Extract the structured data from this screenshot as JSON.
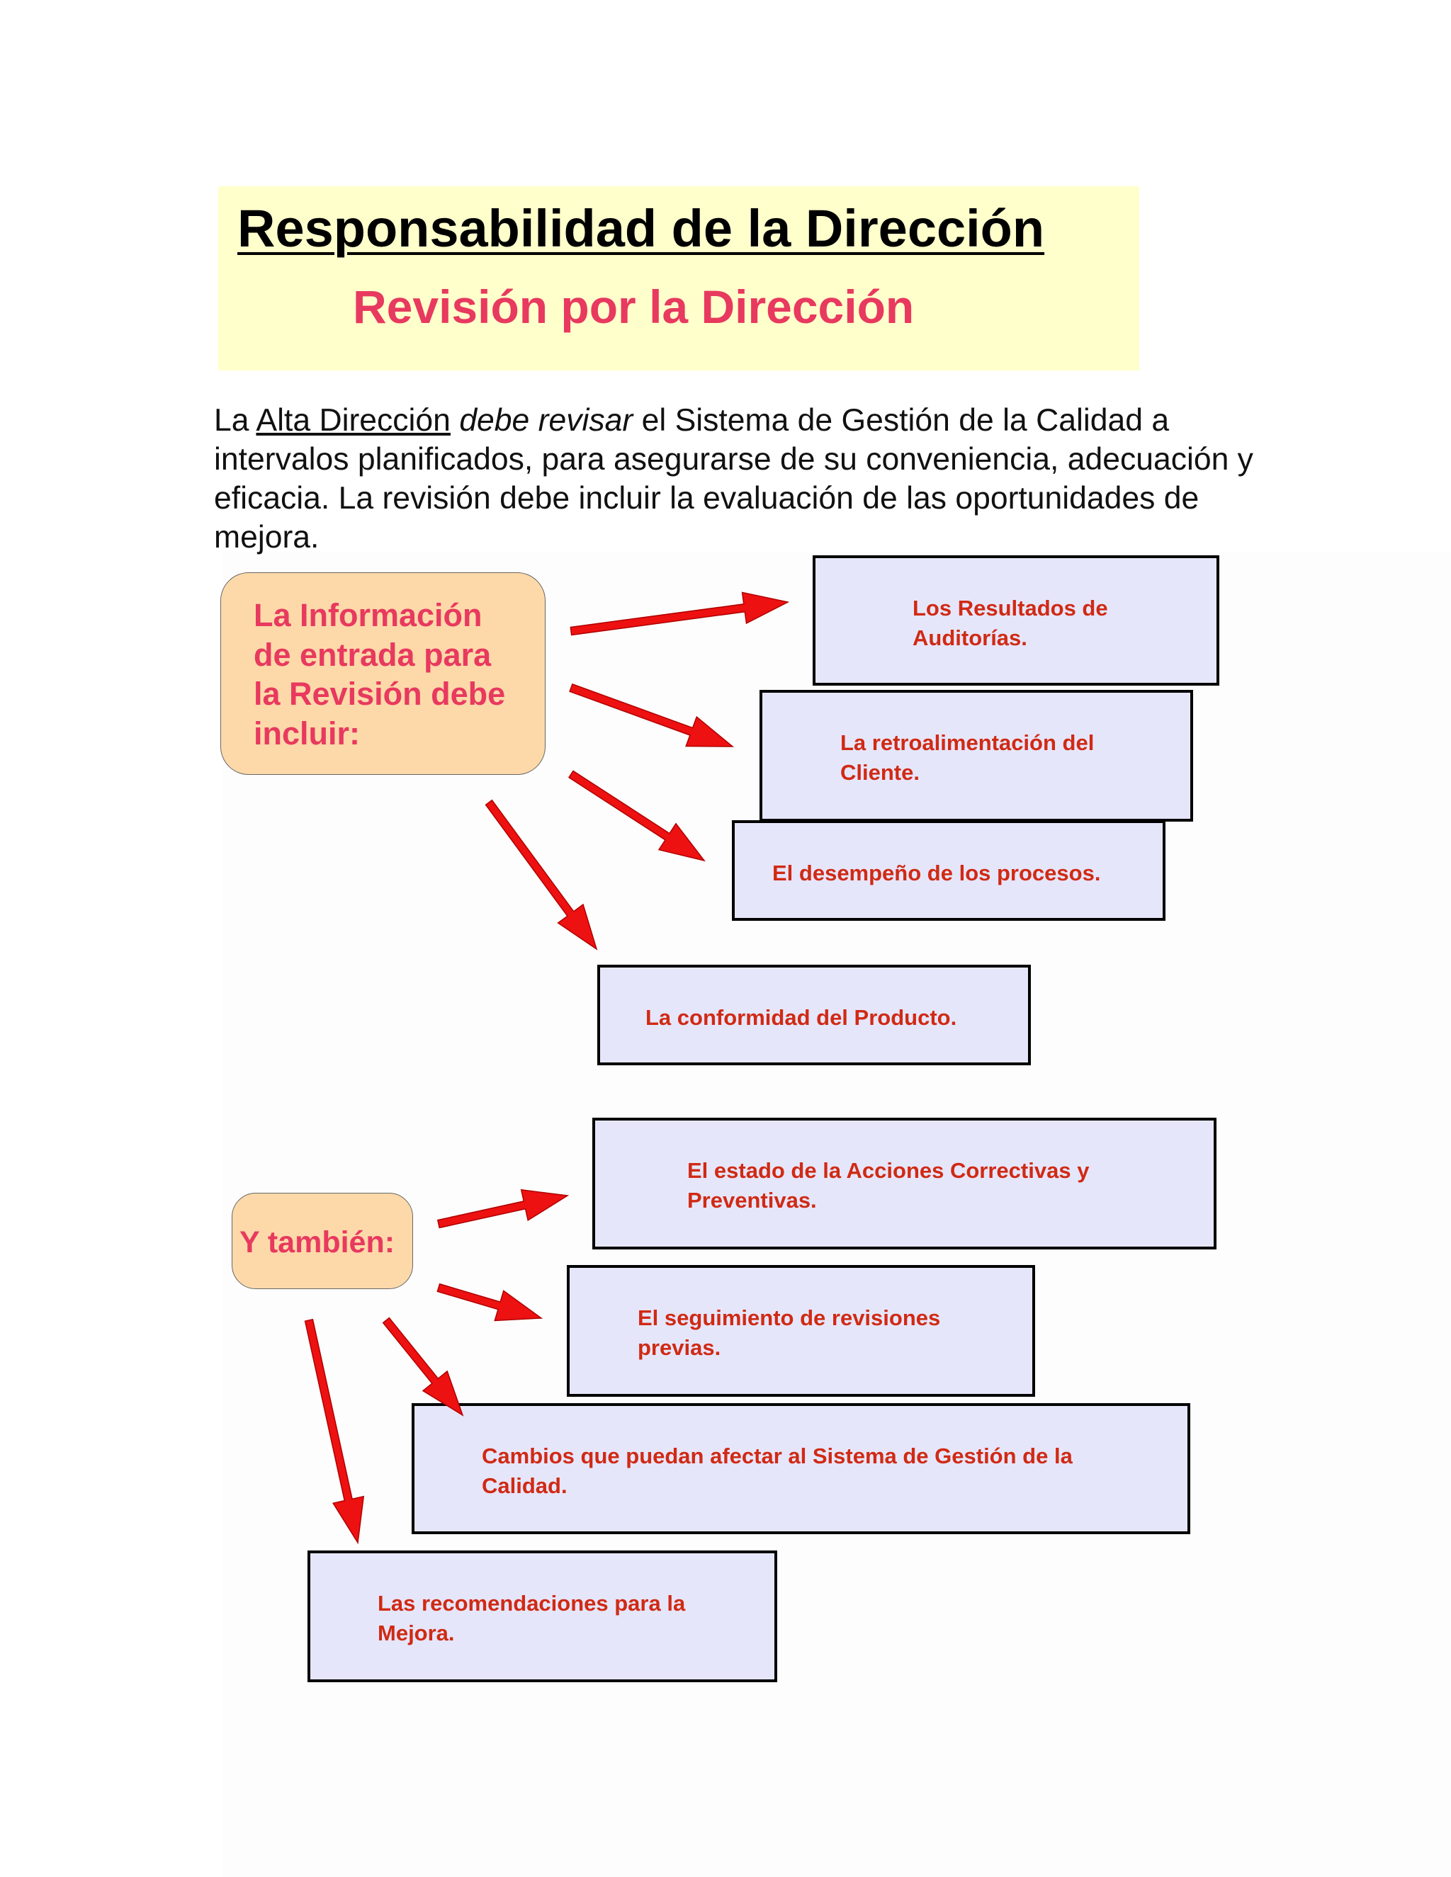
{
  "title": "Responsabilidad de la Dirección",
  "subtitle": "Revisión por la Dirección",
  "intro": {
    "p1": "La ",
    "link": "Alta Dirección",
    "p2": " ",
    "emphasis": "debe revisar",
    "p3": " el Sistema de Gestión de la Calidad a intervalos planificados, para asegurarse de su conveniencia, adecuación y eficacia. La revisión debe incluir la evaluación de las oportunidades de mejora."
  },
  "input_label": "La Información de entrada para la Revisión debe incluir:",
  "also_label": "Y también:",
  "items": [
    "Los Resultados de Auditorías.",
    "La retroalimentación del Cliente.",
    "El desempeño de los procesos.",
    "La conformidad del Producto.",
    "El estado de la Acciones Correctivas y Preventivas.",
    "El seguimiento de revisiones previas.",
    "Cambios que puedan afectar al Sistema de Gestión de la Calidad.",
    "Las recomendaciones para la Mejora."
  ],
  "colors": {
    "title": "#000000",
    "subtitle": "#e8395f",
    "header_bg": "#ffffcc",
    "label_bg": "#fdd9a9",
    "label_text": "#e8395f",
    "box_bg": "#e6e6fb",
    "box_text": "#d02a14",
    "arrow": "#ee1111"
  }
}
